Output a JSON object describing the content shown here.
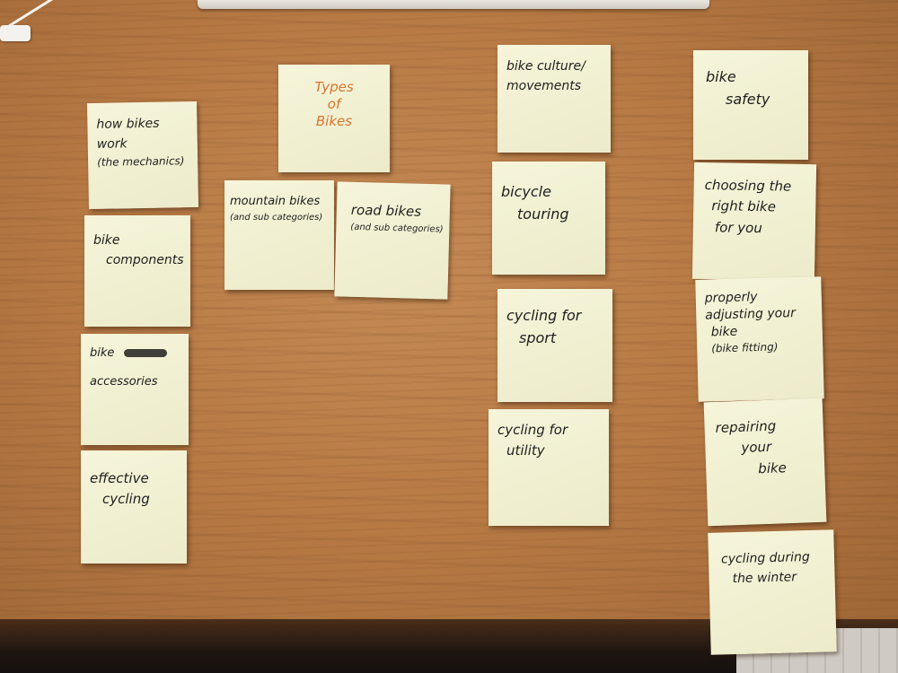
{
  "notes": {
    "how_bikes_work": [
      "how bikes",
      "work",
      "(the mechanics)"
    ],
    "types_of_bikes": [
      "Types",
      "of",
      "Bikes"
    ],
    "mountain_bikes": [
      "mountain bikes",
      "(and sub categories)"
    ],
    "road_bikes": [
      "road bikes",
      "(and sub categories)"
    ],
    "bike_components": [
      "bike",
      "components"
    ],
    "bike_accessories": [
      "bike",
      "accessories"
    ],
    "effective_cycling": [
      "effective",
      "cycling"
    ],
    "bike_culture": [
      "bike culture/",
      "movements"
    ],
    "bicycle_touring": [
      "bicycle",
      "touring"
    ],
    "cycling_for_sport": [
      "cycling for",
      "sport"
    ],
    "cycling_for_utility": [
      "cycling for",
      "utility"
    ],
    "bike_safety": [
      "bike",
      "safety"
    ],
    "choosing_bike": [
      "choosing the",
      "right bike",
      "for you"
    ],
    "properly_adjusting": [
      "properly",
      "adjusting your",
      "bike",
      "(bike fitting)"
    ],
    "repairing_bike": [
      "repairing",
      "your",
      "bike"
    ],
    "cycling_winter": [
      "cycling during",
      "the winter"
    ]
  }
}
